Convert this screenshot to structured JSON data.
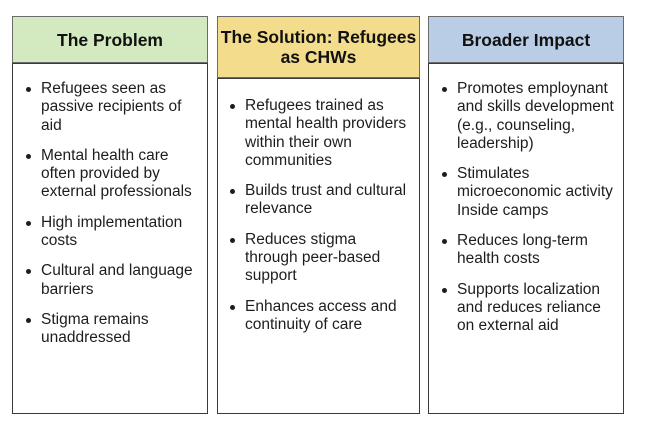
{
  "columns": [
    {
      "title": "The Problem",
      "items": [
        "Refugees seen as passive recipients of aid",
        "Mental health care often provided by external professionals",
        "High implementation costs",
        "Cultural and language barriers",
        "Stigma remains unaddressed"
      ]
    },
    {
      "title": "The Solution: Refugees as CHWs",
      "items": [
        "Refugees trained as mental health providers within their own communities",
        "Builds trust and cultural relevance",
        "Reduces stigma through peer-based support",
        "Enhances access and continuity of care"
      ]
    },
    {
      "title": "Broader Impact",
      "items": [
        "Promotes employnant and skills development (e.g., counseling, leadership)",
        "Stimulates microeconomic activity Inside camps",
        "Reduces long-term health costs",
        "Supports localization and reduces reliance on external aid"
      ]
    }
  ],
  "colors": {
    "problem_header": "#d3e9bf",
    "solution_header": "#f3dc8c",
    "impact_header": "#b9cde6"
  }
}
